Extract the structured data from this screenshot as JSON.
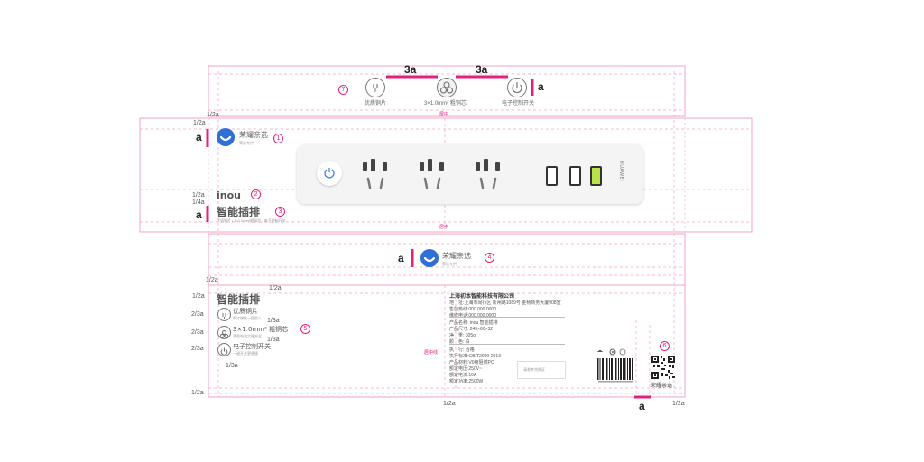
{
  "colors": {
    "accent": "#e0217e",
    "line": "#f3a3c8",
    "brand_blue": "#2f6fd6",
    "usb_green": "#b8e44a"
  },
  "markers": [
    "7",
    "1",
    "2",
    "3",
    "4",
    "5",
    "6"
  ],
  "dimensions": {
    "three_a": "3a",
    "a": "a",
    "half_a": "1/2a",
    "quarter_a": "1/4a",
    "third_a": "1/3a",
    "two_thirds_a": "2/3a"
  },
  "top_flap": {
    "features": [
      {
        "icon": "plug-pins-icon",
        "label": "优质铜片"
      },
      {
        "icon": "wire-core-icon",
        "label": "3×1.0mm² 粗铜芯"
      },
      {
        "icon": "power-switch-icon",
        "label": "电子控制开关"
      }
    ],
    "center_label": "居中"
  },
  "front_panel": {
    "brand_name": "荣耀亲选",
    "brand_sub": "荣选专供",
    "product_brand": "inou",
    "product_name": "智能插排",
    "product_sub": "优质铜片 | 3×1.0mm²粗铜芯 | 电子控制开关",
    "device_side_text": "HUAWEI",
    "center_label": "居中"
  },
  "side_flap": {
    "brand_name": "荣耀亲选",
    "brand_sub": "荣选专供"
  },
  "back_panel": {
    "product_name": "智能插排",
    "features": [
      {
        "icon": "plug-pins-icon",
        "label": "优质铜片",
        "sub": "铜片弹性一插即入"
      },
      {
        "icon": "wire-core-icon",
        "label": "3×1.0mm² 粗铜芯",
        "sub": "承载电流大更安全"
      },
      {
        "icon": "power-switch-icon",
        "label": "电子控制开关",
        "sub": "一键开关更便捷"
      }
    ],
    "center_label": "居中线",
    "company": "上海初本智能科技有限公司",
    "address": "地　址:上海市闵行区 新闸路1089号 金杨商务大厦908室",
    "phone": "售前热线:000.000.0000",
    "service": "维修电话:000.000.0000",
    "spec_lines": [
      "产品名称: inou 智能插排",
      "产品尺寸: 245×60×32",
      "净　重: 305g",
      "颜　色: 白",
      "",
      "执　行: 合格",
      "执行标准:GB/T2099-2013",
      "产品材料:V0级阻燃PC",
      "额定电压:250V~",
      "额定电流:10A",
      "额定功率:2500W"
    ],
    "stamp_label": "请参考合格证",
    "qr_caption": "荣耀亲选"
  }
}
